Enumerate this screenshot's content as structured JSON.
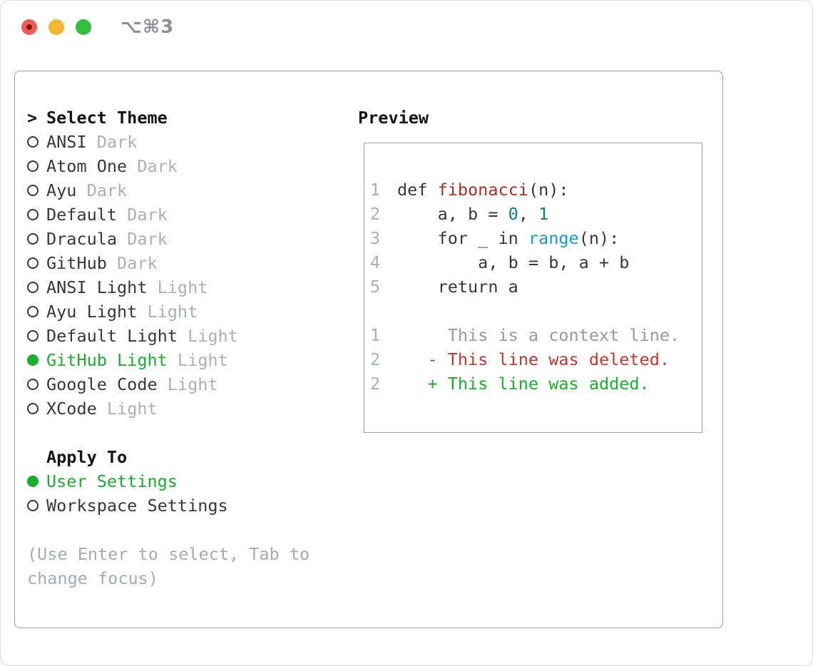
{
  "window": {
    "title": "⌥⌘3",
    "traffic_lights": {
      "close": "red",
      "minimize": "yellow",
      "zoom": "green"
    }
  },
  "theme_selector": {
    "prompt": ">",
    "header": "Select Theme",
    "items": [
      {
        "name": "ANSI",
        "variant": "Dark",
        "selected": false
      },
      {
        "name": "Atom One",
        "variant": "Dark",
        "selected": false
      },
      {
        "name": "Ayu",
        "variant": "Dark",
        "selected": false
      },
      {
        "name": "Default",
        "variant": "Dark",
        "selected": false
      },
      {
        "name": "Dracula",
        "variant": "Dark",
        "selected": false
      },
      {
        "name": "GitHub",
        "variant": "Dark",
        "selected": false
      },
      {
        "name": "ANSI Light",
        "variant": "Light",
        "selected": false
      },
      {
        "name": "Ayu Light",
        "variant": "Light",
        "selected": false
      },
      {
        "name": "Default Light",
        "variant": "Light",
        "selected": false
      },
      {
        "name": "GitHub Light",
        "variant": "Light",
        "selected": true
      },
      {
        "name": "Google Code",
        "variant": "Light",
        "selected": false
      },
      {
        "name": "XCode",
        "variant": "Light",
        "selected": false
      }
    ]
  },
  "apply_to": {
    "header": "Apply To",
    "options": [
      {
        "label": "User Settings",
        "selected": true
      },
      {
        "label": "Workspace Settings",
        "selected": false
      }
    ]
  },
  "hint": {
    "line1": "(Use Enter to select, Tab to",
    "line2": "change focus)"
  },
  "preview": {
    "header": "Preview",
    "lines": [
      {
        "num": "1",
        "tokens": [
          {
            "text": "def ",
            "style": "code"
          },
          {
            "text": "fibonacci",
            "style": "function"
          },
          {
            "text": "(n):",
            "style": "code"
          }
        ]
      },
      {
        "num": "2",
        "tokens": [
          {
            "text": "    a, b = ",
            "style": "code"
          },
          {
            "text": "0",
            "style": "number"
          },
          {
            "text": ", ",
            "style": "code"
          },
          {
            "text": "1",
            "style": "number"
          }
        ]
      },
      {
        "num": "3",
        "tokens": [
          {
            "text": "    for _ in ",
            "style": "code"
          },
          {
            "text": "range",
            "style": "builtin"
          },
          {
            "text": "(n):",
            "style": "code"
          }
        ]
      },
      {
        "num": "4",
        "tokens": [
          {
            "text": "        a, b = b, a + b",
            "style": "code"
          }
        ]
      },
      {
        "num": "5",
        "tokens": [
          {
            "text": "    return a",
            "style": "code"
          }
        ]
      },
      {
        "num": "",
        "tokens": []
      },
      {
        "num": "1",
        "tokens": [
          {
            "text": "     This is a context line.",
            "style": "context"
          }
        ]
      },
      {
        "num": "2",
        "tokens": [
          {
            "text": "   - This line was deleted.",
            "style": "deleted"
          }
        ]
      },
      {
        "num": "2",
        "tokens": [
          {
            "text": "   + This line was added.",
            "style": "added"
          }
        ]
      }
    ]
  },
  "colors": {
    "accent-green": "#15b12c",
    "text-dark": "#33393f",
    "text-strong": "#131619",
    "muted": "#a8b1bc",
    "hint": "#a2abb6",
    "border": "#9aa2ae",
    "window-border": "#dcdfe4",
    "title-gray": "#8d929a",
    "line-number": "#a6afba",
    "context-gray": "#939ca6",
    "diff-red": "#cb342b",
    "diff-green": "#13b32a",
    "func-red": "#ac2d23",
    "builtin-blue": "#119bd8",
    "number-teal": "#0e7f81",
    "code-dark": "#33393f",
    "traffic-red": "#f25c54",
    "traffic-red-dot": "#7c180e",
    "traffic-yellow": "#f6b62d",
    "traffic-green": "#32c13c"
  }
}
